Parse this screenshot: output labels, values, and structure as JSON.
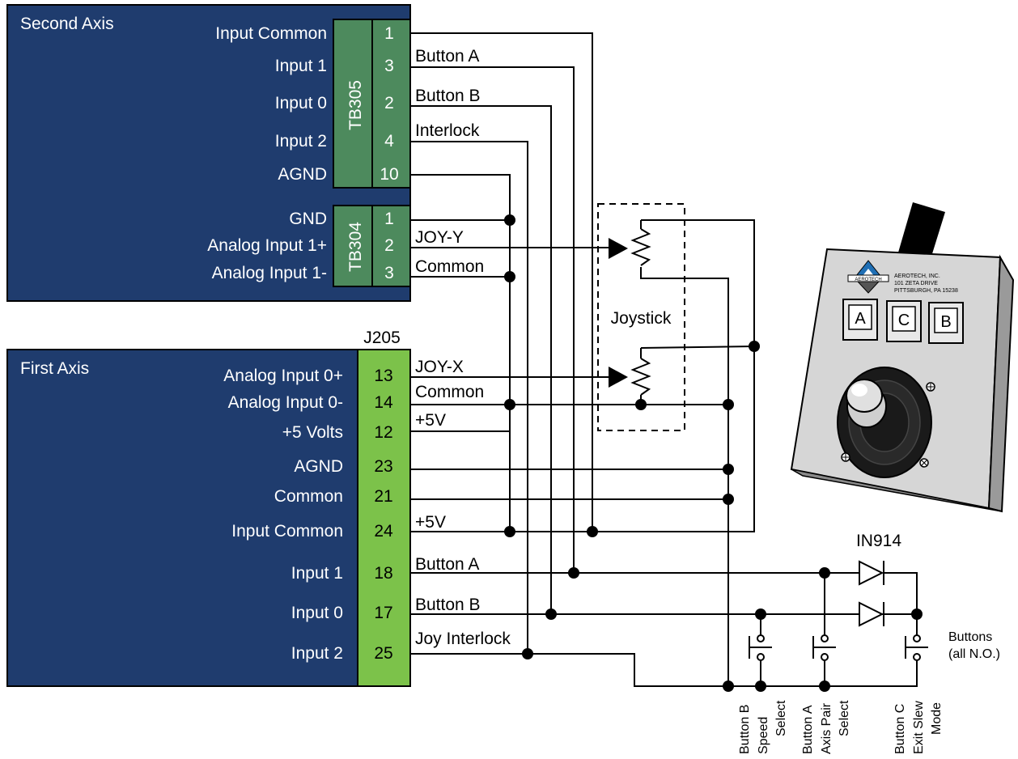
{
  "second_axis": {
    "title": "Second Axis",
    "tb305": {
      "name": "TB305",
      "pins": [
        {
          "label": "Input Common",
          "pin": "1",
          "wire": ""
        },
        {
          "label": "Input 1",
          "pin": "3",
          "wire": "Button A"
        },
        {
          "label": "Input 0",
          "pin": "2",
          "wire": "Button B"
        },
        {
          "label": "Input 2",
          "pin": "4",
          "wire": "Interlock"
        },
        {
          "label": "AGND",
          "pin": "10",
          "wire": ""
        }
      ]
    },
    "tb304": {
      "name": "TB304",
      "pins": [
        {
          "label": "GND",
          "pin": "1",
          "wire": ""
        },
        {
          "label": "Analog Input 1+",
          "pin": "2",
          "wire": "JOY-Y"
        },
        {
          "label": "Analog Input 1-",
          "pin": "3",
          "wire": "Common"
        }
      ]
    }
  },
  "first_axis": {
    "title": "First Axis",
    "connector": "J205",
    "pins": [
      {
        "label": "Analog Input 0+",
        "pin": "13",
        "wire": "JOY-X"
      },
      {
        "label": "Analog Input 0-",
        "pin": "14",
        "wire": "Common"
      },
      {
        "label": "+5 Volts",
        "pin": "12",
        "wire": "+5V"
      },
      {
        "label": "AGND",
        "pin": "23",
        "wire": ""
      },
      {
        "label": "Common",
        "pin": "21",
        "wire": ""
      },
      {
        "label": "Input Common",
        "pin": "24",
        "wire": "+5V"
      },
      {
        "label": "Input 1",
        "pin": "18",
        "wire": "Button A"
      },
      {
        "label": "Input 0",
        "pin": "17",
        "wire": "Button B"
      },
      {
        "label": "Input 2",
        "pin": "25",
        "wire": "Joy Interlock"
      }
    ]
  },
  "joystick_label": "Joystick",
  "diode_label": "IN914",
  "buttons_note": [
    "Buttons",
    "(all N.O.)"
  ],
  "button_labels": [
    [
      "Button B",
      "Speed",
      "Select"
    ],
    [
      "Button A",
      "Axis Pair",
      "Select"
    ],
    [
      "Button C",
      "Exit Slew",
      "Mode"
    ]
  ],
  "pendant": {
    "company": [
      "AEROTECH, INC.",
      "101 ZETA DRIVE",
      "PITTSBURGH, PA 15238"
    ],
    "logo_text": "AEROTECH",
    "keys": [
      "A",
      "C",
      "B"
    ]
  },
  "colors": {
    "panel": "#1f3c6e",
    "terminal_dark_green": "#4d8a5d",
    "terminal_light_green": "#7cc24a",
    "pendant_body": "#d6d6d6"
  }
}
